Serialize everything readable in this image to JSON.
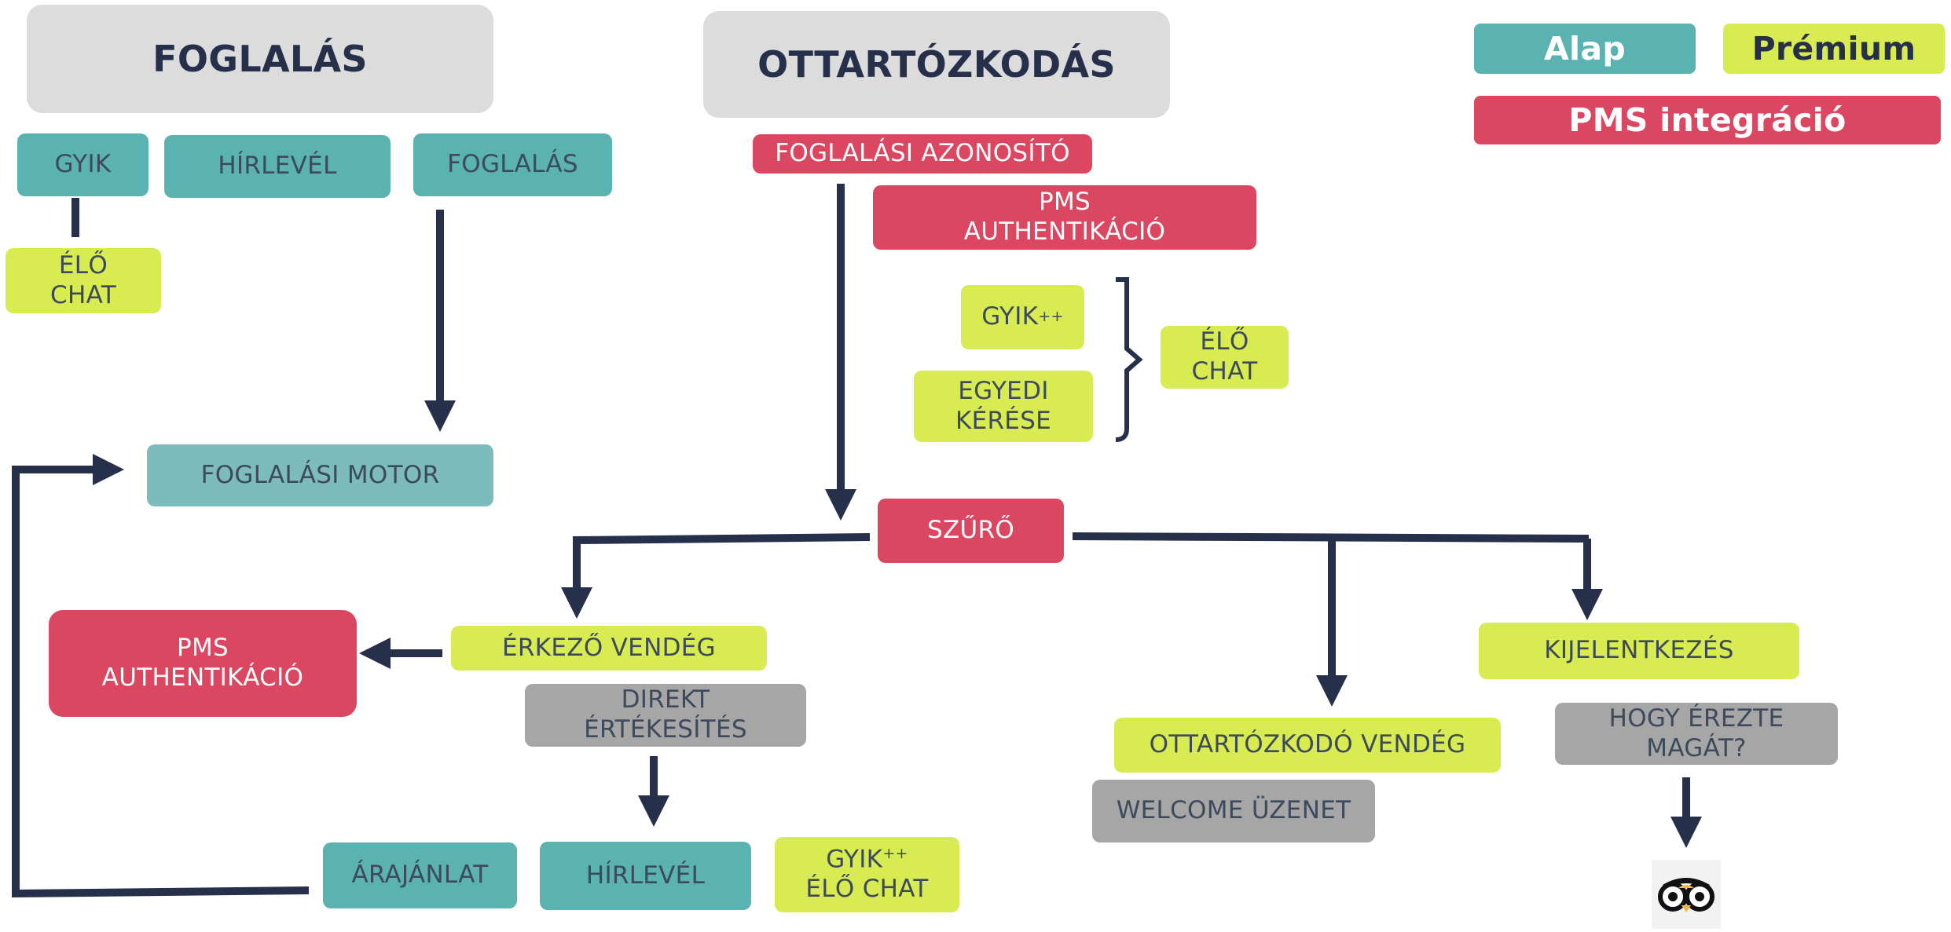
{
  "headers": {
    "booking": "FOGLALÁS",
    "stay": "OTTARTÓZKODÁS"
  },
  "legend": {
    "basic": "Alap",
    "premium": "Prémium",
    "pms": "PMS integráció"
  },
  "colors": {
    "basic": "#5bb3b1",
    "premium": "#d8ec52",
    "pms": "#db4660",
    "neutral": "#a6a6a6",
    "arrow": "#26304a"
  },
  "booking": {
    "faq": "GYIK",
    "newsletter": "HÍRLEVÉL",
    "booking": "FOGLALÁS",
    "live_chat": "ÉLŐ\nCHAT",
    "engine": "FOGLALÁSI MOTOR"
  },
  "stay": {
    "booking_id": "FOGLALÁSI AZONOSÍTÓ",
    "pms_auth": "PMS\nAUTHENTIKÁCIÓ",
    "faq_plus": "GYIK",
    "faq_plus_sup": "++",
    "custom_request": "EGYEDI\nKÉRÉSE",
    "live_chat": "ÉLŐ\nCHAT",
    "filter": "SZŰRŐ",
    "arriving_guest": "ÉRKEZŐ VENDÉG",
    "pms_auth_left": "PMS\nAUTHENTIKÁCIÓ",
    "direct_sales": "DIREKT\nÉRTÉKESÍTÉS",
    "quote": "ÁRAJÁNLAT",
    "newsletter": "HÍRLEVÉL",
    "faq_chat_1": "GYIK",
    "faq_chat_sup": "++",
    "faq_chat_2": "ÉLŐ CHAT",
    "staying_guest": "OTTARTÓZKODÓ VENDÉG",
    "welcome": "WELCOME ÜZENET",
    "checkout": "KIJELENTKEZÉS",
    "feedback": "HOGY ÉREZTE\nMAGÁT?"
  }
}
